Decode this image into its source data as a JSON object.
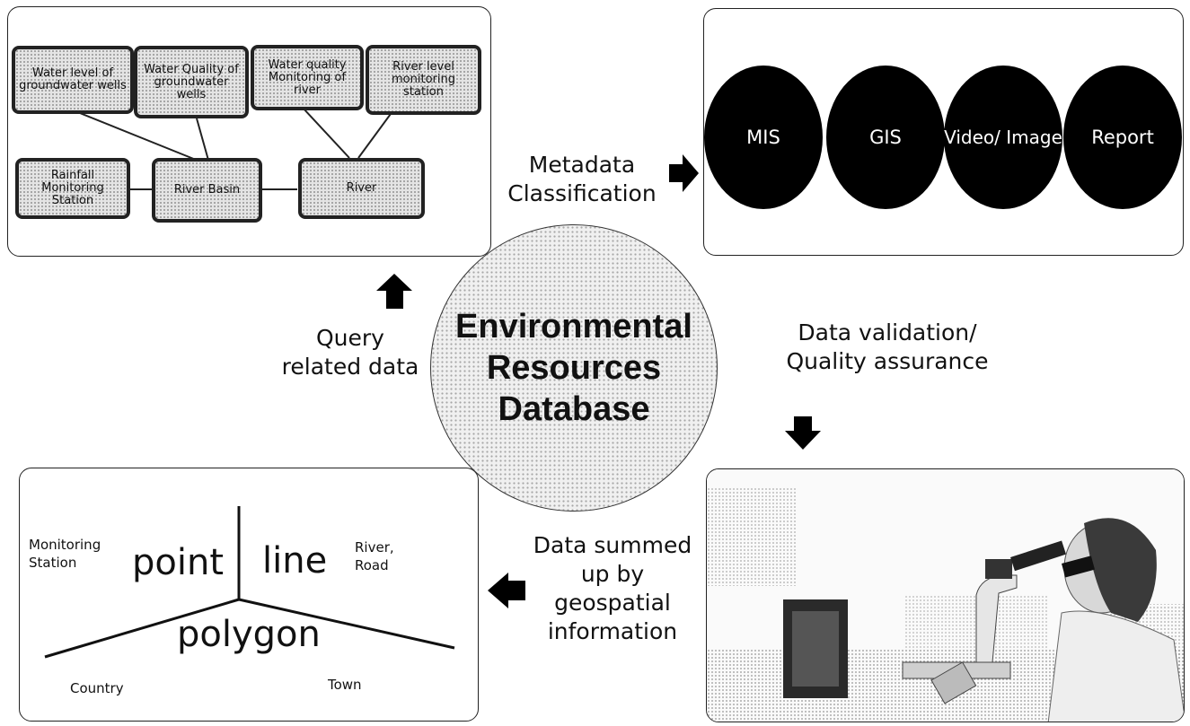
{
  "center": {
    "title_lines": [
      "Environmental",
      "Resources",
      "Database"
    ]
  },
  "query_panel": {
    "nodes": [
      {
        "id": "groundwater-level",
        "text": "Water level of groundwater wells"
      },
      {
        "id": "groundwater-quality",
        "text": "Water Quality of groundwater wells"
      },
      {
        "id": "river-quality",
        "text": "Water quality Monitoring of river"
      },
      {
        "id": "river-level",
        "text": "River level monitoring station"
      },
      {
        "id": "rainfall",
        "text": "Rainfall Monitoring Station"
      },
      {
        "id": "river-basin",
        "text": "River Basin"
      },
      {
        "id": "river",
        "text": "River"
      }
    ]
  },
  "metadata_panel": {
    "categories": [
      {
        "id": "mis",
        "text": "MIS"
      },
      {
        "id": "gis",
        "text": "GIS"
      },
      {
        "id": "video",
        "text": "Video/ Image"
      },
      {
        "id": "report",
        "text": "Report"
      }
    ]
  },
  "geo_panel": {
    "point": {
      "label": "point",
      "example": "Monitoring Station"
    },
    "line": {
      "label": "line",
      "example": "River, Road"
    },
    "polygon": {
      "label": "polygon",
      "example_left": "Country",
      "example_right": "Town"
    }
  },
  "lab_photo": {
    "icon": "microscope-lab-photo"
  },
  "flow_labels": {
    "metadata": "Metadata Classification",
    "validation": "Data validation/ Quality assurance",
    "geospatial": "Data summed up by geospatial information",
    "query": "Query related data"
  },
  "arrows": [
    {
      "name": "metadata-arrow",
      "direction": "right"
    },
    {
      "name": "validation-arrow",
      "direction": "down"
    },
    {
      "name": "geospatial-arrow",
      "direction": "left"
    },
    {
      "name": "query-arrow",
      "direction": "up"
    }
  ]
}
